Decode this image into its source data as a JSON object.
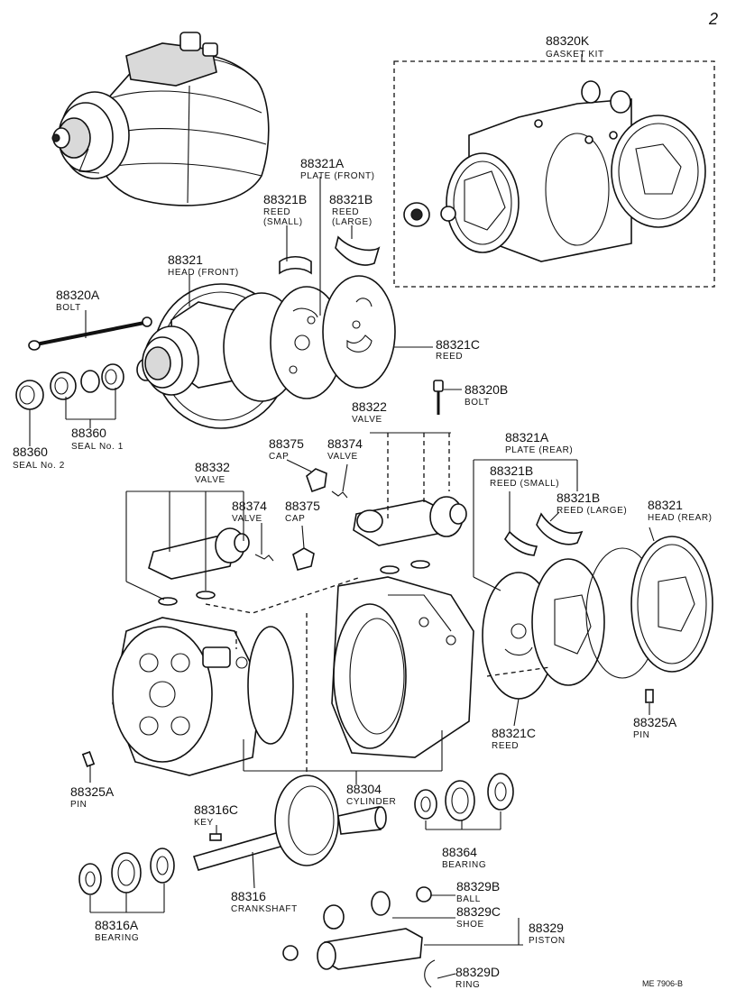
{
  "page_number": "2",
  "reference_code": "ME 7906-B",
  "parts": [
    {
      "id": "gasket_kit",
      "number": "88320K",
      "name": "GASKET KIT"
    },
    {
      "id": "plate_front",
      "number": "88321A",
      "name": "PLATE (FRONT)"
    },
    {
      "id": "reed_small_front",
      "number": "88321B",
      "name": "REED\n(SMALL)"
    },
    {
      "id": "reed_large_front",
      "number": "88321B",
      "name": "REED\n(LARGE)"
    },
    {
      "id": "head_front",
      "number": "88321",
      "name": "HEAD (FRONT)"
    },
    {
      "id": "bolt_long",
      "number": "88320A",
      "name": "BOLT"
    },
    {
      "id": "reed_front",
      "number": "88321C",
      "name": "REED"
    },
    {
      "id": "bolt_short",
      "number": "88320B",
      "name": "BOLT"
    },
    {
      "id": "seal_no1",
      "number": "88360",
      "name": "SEAL No. 1"
    },
    {
      "id": "seal_no2",
      "number": "88360",
      "name": "SEAL No. 2"
    },
    {
      "id": "valve_88322",
      "number": "88322",
      "name": "VALVE"
    },
    {
      "id": "cap_upper",
      "number": "88375",
      "name": "CAP"
    },
    {
      "id": "valve_upper",
      "number": "88374",
      "name": "VALVE"
    },
    {
      "id": "plate_rear",
      "number": "88321A",
      "name": "PLATE (REAR)"
    },
    {
      "id": "valve_88332",
      "number": "88332",
      "name": "VALVE"
    },
    {
      "id": "reed_small_rear",
      "number": "88321B",
      "name": "REED (SMALL)"
    },
    {
      "id": "reed_large_rear",
      "number": "88321B",
      "name": "REED (LARGE)"
    },
    {
      "id": "head_rear",
      "number": "88321",
      "name": "HEAD (REAR)"
    },
    {
      "id": "valve_lower",
      "number": "88374",
      "name": "VALVE"
    },
    {
      "id": "cap_lower",
      "number": "88375",
      "name": "CAP"
    },
    {
      "id": "pin_right",
      "number": "88325A",
      "name": "PIN"
    },
    {
      "id": "reed_rear",
      "number": "88321C",
      "name": "REED"
    },
    {
      "id": "cylinder",
      "number": "88304",
      "name": "CYLINDER"
    },
    {
      "id": "pin_left",
      "number": "88325A",
      "name": "PIN"
    },
    {
      "id": "key",
      "number": "88316C",
      "name": "KEY"
    },
    {
      "id": "bearing_right",
      "number": "88364",
      "name": "BEARING"
    },
    {
      "id": "crankshaft",
      "number": "88316",
      "name": "CRANKSHAFT"
    },
    {
      "id": "ball",
      "number": "88329B",
      "name": "BALL"
    },
    {
      "id": "shoe",
      "number": "88329C",
      "name": "SHOE"
    },
    {
      "id": "piston",
      "number": "88329",
      "name": "PISTON"
    },
    {
      "id": "bearing_left",
      "number": "88316A",
      "name": "BEARING"
    },
    {
      "id": "ring",
      "number": "88329D",
      "name": "RING"
    }
  ]
}
